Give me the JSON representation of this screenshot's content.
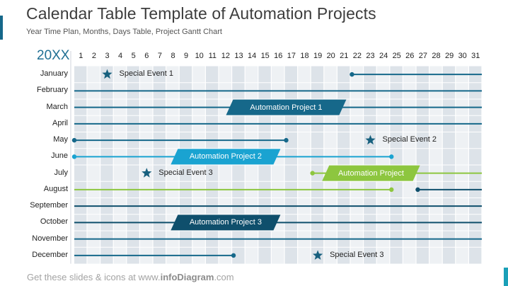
{
  "header": {
    "title": "Calendar Table Template of Automation Projects",
    "subtitle": "Year Time Plan, Months, Days Table, Project Gantt Chart",
    "year": "20XX"
  },
  "calendar": {
    "months": [
      "January",
      "February",
      "March",
      "April",
      "May",
      "June",
      "July",
      "August",
      "September",
      "October",
      "November",
      "December"
    ],
    "days": [
      "1",
      "2",
      "3",
      "4",
      "5",
      "6",
      "7",
      "8",
      "9",
      "10",
      "11",
      "12",
      "13",
      "14",
      "15",
      "16",
      "17",
      "18",
      "19",
      "20",
      "21",
      "22",
      "23",
      "24",
      "25",
      "26",
      "27",
      "28",
      "29",
      "30",
      "31"
    ]
  },
  "colors": {
    "dark_blue": "#16688a",
    "navy": "#0f4f6c",
    "cyan": "#1aa3d1",
    "green": "#8dc63f",
    "star": "#17607e",
    "stripe_a": "#dde3e9",
    "stripe_b": "#eef1f4"
  },
  "timelines": [
    {
      "month": 1,
      "start": 21.6,
      "end": 32,
      "color": "#16688a",
      "dot_start": true
    },
    {
      "month": 2,
      "start": 0.5,
      "end": 32,
      "color": "#16688a"
    },
    {
      "month": 3,
      "start": 0.5,
      "end": 32,
      "color": "#16688a"
    },
    {
      "month": 4,
      "start": 0.5,
      "end": 32,
      "color": "#16688a"
    },
    {
      "month": 5,
      "start": 0.5,
      "end": 16.6,
      "color": "#16688a",
      "dot_start": true,
      "dot_end": true
    },
    {
      "month": 6,
      "start": 0.5,
      "end": 24.6,
      "color": "#1aa3d1",
      "dot_start": true,
      "dot_end": true
    },
    {
      "month": 7,
      "start": 18.6,
      "end": 32,
      "color": "#8dc63f",
      "dot_start": true
    },
    {
      "month": 8,
      "start": 0.5,
      "end": 24.6,
      "color": "#8dc63f",
      "dot_end": true
    },
    {
      "month": 8,
      "start": 26.6,
      "end": 32,
      "color": "#0f4f6c",
      "dot_start": true
    },
    {
      "month": 9,
      "start": 0.5,
      "end": 32,
      "color": "#0f4f6c"
    },
    {
      "month": 10,
      "start": 0.5,
      "end": 32,
      "color": "#0f4f6c"
    },
    {
      "month": 11,
      "start": 0.5,
      "end": 32,
      "color": "#16688a"
    },
    {
      "month": 12,
      "start": 0.5,
      "end": 12.6,
      "color": "#16688a",
      "dot_end": true
    }
  ],
  "projects": [
    {
      "label": "Automation Project 1",
      "month": 3,
      "start": 12.3,
      "end": 20.9,
      "color": "#16688a"
    },
    {
      "label": "Automation Project 2",
      "month": 6,
      "start": 8.1,
      "end": 15.9,
      "color": "#1aa3d1"
    },
    {
      "label": "Automation Project",
      "month": 7,
      "start": 19.6,
      "end": 26.5,
      "color": "#8dc63f"
    },
    {
      "label": "Automation Project 3",
      "month": 10,
      "start": 8.1,
      "end": 15.9,
      "color": "#0f4f6c"
    }
  ],
  "events": [
    {
      "label": "Special Event 1",
      "month": 1,
      "day": 3
    },
    {
      "label": "Special Event 2",
      "month": 5,
      "day": 23
    },
    {
      "label": "Special Event 3",
      "month": 7,
      "day": 6
    },
    {
      "label": "Special Event 3",
      "month": 12,
      "day": 19
    }
  ],
  "footer": {
    "prefix": "Get these slides & icons at www.",
    "brand": "infoDiagram",
    "suffix": ".com"
  }
}
